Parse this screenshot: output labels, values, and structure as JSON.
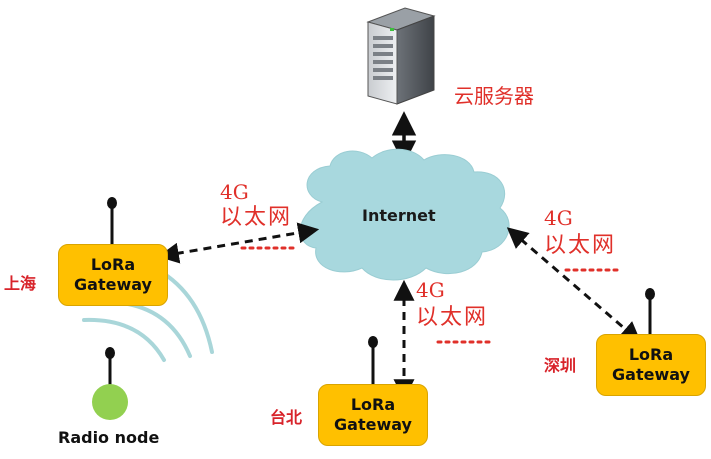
{
  "cloud": {
    "label": "Internet",
    "fill": "#a8d8de"
  },
  "server": {
    "label": "云服务器"
  },
  "links": [
    {
      "line1": "4G",
      "line2": "以太网"
    },
    {
      "line1": "4G",
      "line2": "以太网"
    },
    {
      "line1": "4G",
      "line2": "以太网"
    }
  ],
  "gateways": [
    {
      "city": "上海",
      "line1": "LoRa",
      "line2": "Gateway"
    },
    {
      "city": "台北",
      "line1": "LoRa",
      "line2": "Gateway"
    },
    {
      "city": "深圳",
      "line1": "LoRa",
      "line2": "Gateway"
    }
  ],
  "radio_node": {
    "label": "Radio node",
    "color": "#92d050"
  },
  "colors": {
    "gateway": "#ffc000",
    "label_red": "#e0302a",
    "signal": "#a9d6d9",
    "dots": "#e0302a"
  }
}
